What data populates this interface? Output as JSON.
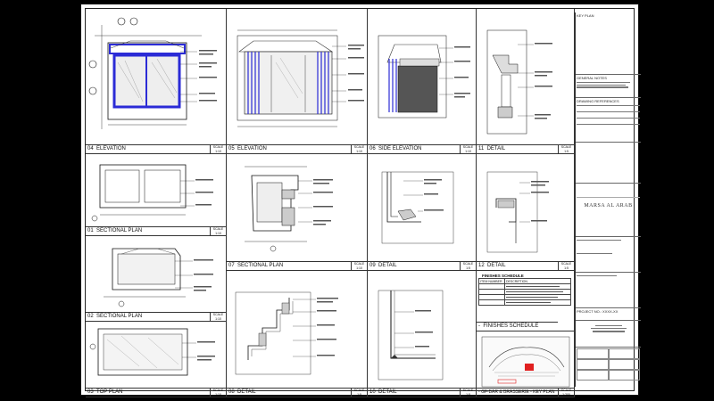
{
  "panels": {
    "p04": {
      "num": "04",
      "title": "ELEVATION",
      "scale": "SCALE 1:10"
    },
    "p05": {
      "num": "05",
      "title": "ELEVATION",
      "scale": "SCALE 1:10"
    },
    "p06": {
      "num": "06",
      "title": "SIDE ELEVATION",
      "scale": "SCALE 1:10"
    },
    "p11": {
      "num": "11",
      "title": "DETAIL",
      "scale": "SCALE 1:5"
    },
    "p01": {
      "num": "01",
      "title": "SECTIONAL PLAN",
      "scale": "SCALE 1:10"
    },
    "p07": {
      "num": "07",
      "title": "SECTIONAL PLAN",
      "scale": "SCALE 1:10"
    },
    "p09": {
      "num": "09",
      "title": "DETAIL",
      "scale": "SCALE 1:5"
    },
    "p12": {
      "num": "12",
      "title": "DETAIL",
      "scale": "SCALE 1:5"
    },
    "p02": {
      "num": "02",
      "title": "SECTIONAL PLAN",
      "scale": "SCALE 1:10"
    },
    "p03": {
      "num": "03",
      "title": "TOP PLAN",
      "scale": "SCALE 1:10"
    },
    "p08": {
      "num": "08",
      "title": "DETAIL",
      "scale": "SCALE 1:5"
    },
    "p10": {
      "num": "10",
      "title": "DETAIL",
      "scale": "SCALE 1:5"
    },
    "pfin": {
      "num": "-",
      "title": "FINISHES SCHEDULE",
      "scale": ""
    },
    "pkey": {
      "num": "-",
      "title": "GF-BAR & BRASSERIE - KEY PLAN",
      "scale": "SCALE 1:200"
    }
  },
  "finishes_schedule": {
    "title": "FINISHES SCHEDULE",
    "headers": [
      "ITEM NUMBER",
      "DESCRIPTION"
    ]
  },
  "title_block": {
    "key_plan": "KEY PLAN",
    "general_notes": "GENERAL NOTES",
    "drawing_references": "DRAWING REFERENCES",
    "brand": "MARSA AL ARAB",
    "project_no": "PROJECT NO.: XXXX-XX"
  },
  "colors": {
    "accent_blue": "#2b2bd6",
    "line": "#111111",
    "hatch": "#555555"
  }
}
